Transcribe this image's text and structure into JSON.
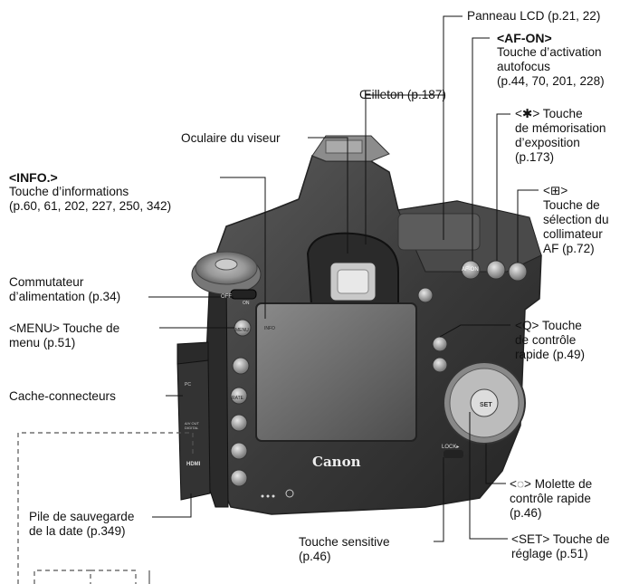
{
  "labels": {
    "panneau_lcd": "Panneau LCD (p.21, 22)",
    "af_on_code": "<AF-ON>",
    "af_on_desc": [
      "Touche d’activation",
      "autofocus",
      "(p.44, 70, 201, 228)"
    ],
    "oeilleton": "Œilleton (p.187)",
    "ae_lock_code": "<✱> Touche",
    "ae_lock_desc": [
      "de mémorisation",
      "d’exposition",
      "(p.173)"
    ],
    "oculaire": "Oculaire du viseur",
    "af_point_code": "<⊞>",
    "af_point_desc": [
      "Touche de",
      "sélection du",
      "collimateur",
      "AF (p.72)"
    ],
    "info_code": "<INFO.>",
    "info_desc": [
      "Touche d’informations",
      "(p.60, 61, 202, 227, 250, 342)"
    ],
    "commutateur": [
      "Commutateur",
      "d’alimentation (p.34)"
    ],
    "menu_code": "<MENU> Touche de",
    "menu_desc": "menu (p.51)",
    "q_code": "<Q> Touche",
    "q_desc": [
      "de contrôle",
      "rapide (p.49)"
    ],
    "cache": "Cache-connecteurs",
    "molette_code": "<◌> Molette de",
    "molette_desc": [
      "contrôle rapide",
      "(p.46)"
    ],
    "pile": [
      "Pile de sauvegarde",
      "de la date (p.349)"
    ],
    "sensitive": [
      "Touche sensitive",
      "(p.46)"
    ],
    "set_code": "<SET> Touche de",
    "set_desc": "réglage (p.51)"
  },
  "camera": {
    "brand": "Canon",
    "button_labels": {
      "af_on": "AF-ON",
      "info": "INFO",
      "menu": "MENU",
      "rate": "RATE",
      "set": "SET",
      "lock": "LOCK▸",
      "off": "OFF",
      "hdmi": "HDMI",
      "av_out": "A/V OUT DIGITAL",
      "pc": "PC",
      "on": "ON"
    }
  },
  "colors": {
    "body": "#3a3a3a",
    "body_dark": "#1f1f1f",
    "screen": "#6a6a6a",
    "line": "#111111"
  }
}
